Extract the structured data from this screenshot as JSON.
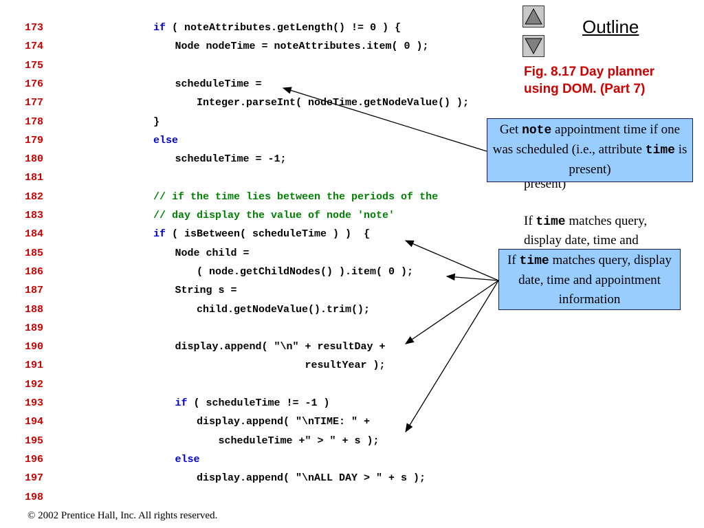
{
  "outline_label": "Outline",
  "figure_caption_line1": "Fig. 8.17  Day planner",
  "figure_caption_line2": "using DOM. (Part 7)",
  "callout1": {
    "p1": "Get ",
    "code1": "note",
    "p2": " appointment time if one was scheduled (i.e., attribute ",
    "code2": "time",
    "p3": " is present)"
  },
  "callout2": {
    "p1": "If ",
    "code1": "time",
    "p2": " matches query, display date, time and appointment information"
  },
  "behind_text": {
    "present": "present)",
    "if": "If ",
    "time": "time",
    "matches": " matches query,",
    "display": "display date, time and"
  },
  "footer": "© 2002 Prentice Hall, Inc.  All rights reserved.",
  "code_lines": [
    {
      "num": "173",
      "indent": 0,
      "parts": [
        {
          "t": "kw",
          "s": "if"
        },
        {
          "t": "n",
          "s": " ( noteAttributes.getLength() != 0 ) {"
        }
      ]
    },
    {
      "num": "174",
      "indent": 1,
      "parts": [
        {
          "t": "n",
          "s": "Node nodeTime = noteAttributes.item( 0 );"
        }
      ]
    },
    {
      "num": "175",
      "indent": 0,
      "parts": []
    },
    {
      "num": "176",
      "indent": 1,
      "parts": [
        {
          "t": "n",
          "s": "scheduleTime ="
        }
      ]
    },
    {
      "num": "177",
      "indent": 2,
      "parts": [
        {
          "t": "n",
          "s": "Integer.parseInt( nodeTime.getNodeValue() );"
        }
      ]
    },
    {
      "num": "178",
      "indent": 0,
      "parts": [
        {
          "t": "n",
          "s": "}"
        }
      ]
    },
    {
      "num": "179",
      "indent": 0,
      "parts": [
        {
          "t": "kw",
          "s": "else"
        }
      ]
    },
    {
      "num": "180",
      "indent": 1,
      "parts": [
        {
          "t": "n",
          "s": "scheduleTime = -1;"
        }
      ]
    },
    {
      "num": "181",
      "indent": 0,
      "parts": []
    },
    {
      "num": "182",
      "indent": 0,
      "parts": [
        {
          "t": "cm",
          "s": "// if the time lies between the periods of the"
        }
      ]
    },
    {
      "num": "183",
      "indent": 0,
      "parts": [
        {
          "t": "cm",
          "s": "// day display the value of node 'note'"
        }
      ]
    },
    {
      "num": "184",
      "indent": 0,
      "parts": [
        {
          "t": "kw",
          "s": "if"
        },
        {
          "t": "n",
          "s": " ( isBetween( scheduleTime ) )  {"
        }
      ]
    },
    {
      "num": "185",
      "indent": 1,
      "parts": [
        {
          "t": "n",
          "s": "Node child ="
        }
      ]
    },
    {
      "num": "186",
      "indent": 2,
      "parts": [
        {
          "t": "n",
          "s": "( node.getChildNodes() ).item( 0 );"
        }
      ]
    },
    {
      "num": "187",
      "indent": 1,
      "parts": [
        {
          "t": "n",
          "s": "String s ="
        }
      ]
    },
    {
      "num": "188",
      "indent": 2,
      "parts": [
        {
          "t": "n",
          "s": "child.getNodeValue().trim();"
        }
      ]
    },
    {
      "num": "189",
      "indent": 0,
      "parts": []
    },
    {
      "num": "190",
      "indent": 1,
      "parts": [
        {
          "t": "n",
          "s": "display.append( \"\\n\" + resultDay +"
        }
      ]
    },
    {
      "num": "191",
      "indent": 7,
      "parts": [
        {
          "t": "n",
          "s": "resultYear );"
        }
      ]
    },
    {
      "num": "192",
      "indent": 0,
      "parts": []
    },
    {
      "num": "193",
      "indent": 1,
      "parts": [
        {
          "t": "kw",
          "s": "if"
        },
        {
          "t": "n",
          "s": " ( scheduleTime != -1 )"
        }
      ]
    },
    {
      "num": "194",
      "indent": 2,
      "parts": [
        {
          "t": "n",
          "s": "display.append( \"\\nTIME: \" +"
        }
      ]
    },
    {
      "num": "195",
      "indent": 3,
      "parts": [
        {
          "t": "n",
          "s": "scheduleTime +\" > \" + s );"
        }
      ]
    },
    {
      "num": "196",
      "indent": 1,
      "parts": [
        {
          "t": "kw",
          "s": "else"
        }
      ]
    },
    {
      "num": "197",
      "indent": 2,
      "parts": [
        {
          "t": "n",
          "s": "display.append( \"\\nALL DAY > \" + s );"
        }
      ]
    },
    {
      "num": "198",
      "indent": 0,
      "parts": []
    }
  ]
}
